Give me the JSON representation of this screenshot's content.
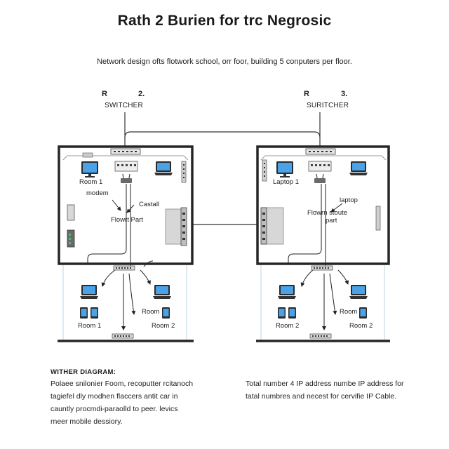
{
  "title": "Rath 2 Burien for trc Negrosic",
  "subtitle": "Network design ofts flotwork school, orr foor, building 5 conputers per floor.",
  "switches": {
    "left": {
      "r": "R",
      "num": "2.",
      "name": "SWITCHER"
    },
    "right": {
      "r": "R",
      "num": "3.",
      "name": "SURITCHER"
    }
  },
  "left_floor": {
    "room1_label": "Room 1",
    "modem_label": "modem",
    "castall_label": "Castall",
    "port_label": "Flowrt Part",
    "bottom_room1": "Room 1",
    "bottom_room": "Room",
    "bottom_room2": "Room 2"
  },
  "right_floor": {
    "laptop1_label": "Laptop 1",
    "laptop_label": "laptop",
    "port_label_1": "Flowrn stoute",
    "port_label_2": "part",
    "bottom_room2_left": "Room 2",
    "bottom_room": "Room",
    "bottom_room2_right": "Room 2"
  },
  "footer": {
    "section_title": "WITHER DIAGRAM:",
    "left_lines": [
      "Polaee snilonier Foom, recoputter rcitanoch",
      "tagiefel dly modhen flaccers antit car in",
      "cauntly procmdi-paraolld to peer. levics",
      "rneer mobile dessiory."
    ],
    "right_lines": [
      "Total number 4 IP address numbe IP address for",
      "tatal numbres and necest for cervifie IP Cable."
    ]
  }
}
